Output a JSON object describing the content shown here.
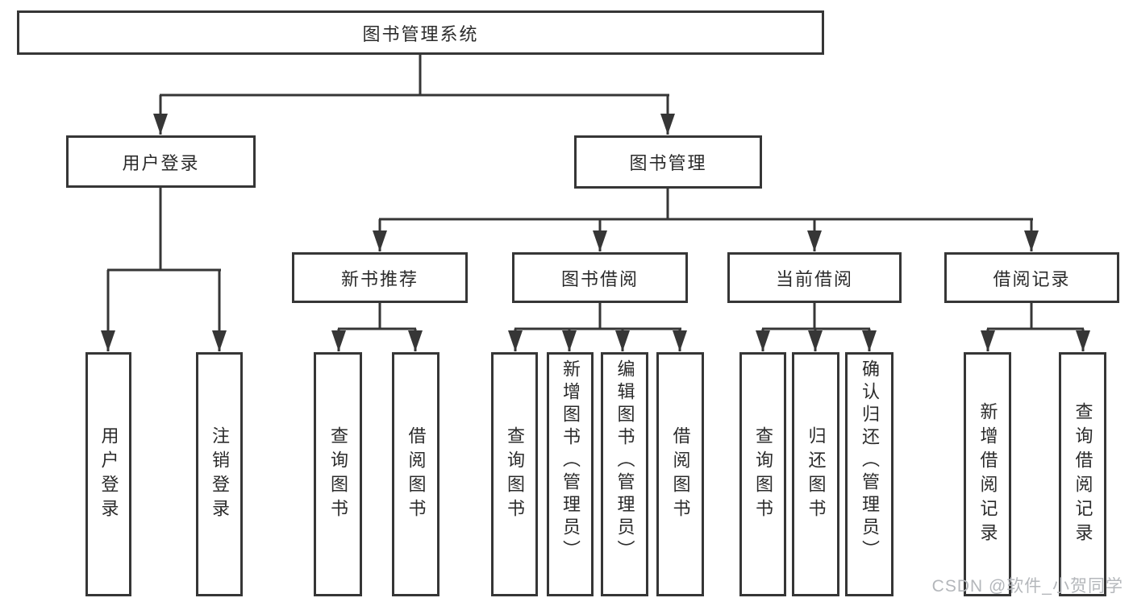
{
  "tree": {
    "root": {
      "label": "图书管理系统"
    },
    "branches": [
      {
        "label": "用户登录",
        "children": [
          {
            "label": "用户登录"
          },
          {
            "label": "注销登录"
          }
        ]
      },
      {
        "label": "图书管理",
        "children": [
          {
            "label": "新书推荐",
            "children": [
              {
                "label": "查询图书"
              },
              {
                "label": "借阅图书"
              }
            ]
          },
          {
            "label": "图书借阅",
            "children": [
              {
                "label": "查询图书"
              },
              {
                "label": "新增图书（管理员）"
              },
              {
                "label": "编辑图书（管理员）"
              },
              {
                "label": "借阅图书"
              }
            ]
          },
          {
            "label": "当前借阅",
            "children": [
              {
                "label": "查询图书"
              },
              {
                "label": "归还图书"
              },
              {
                "label": "确认归还（管理员）"
              }
            ]
          },
          {
            "label": "借阅记录",
            "children": [
              {
                "label": "新增借阅记录"
              },
              {
                "label": "查询借阅记录"
              }
            ]
          }
        ]
      }
    ]
  },
  "watermark": {
    "text": "CSDN @软件_小贺同学"
  },
  "colors": {
    "line": "#363636",
    "box_border": "#363636",
    "text": "#2b2b2b",
    "watermark": "#b4b7bb",
    "background": "#ffffff"
  }
}
